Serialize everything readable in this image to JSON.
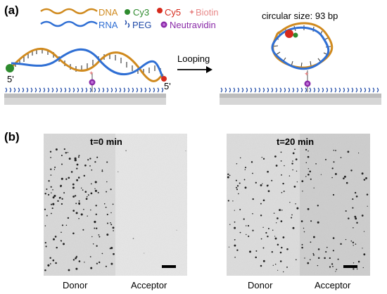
{
  "panel_a": {
    "label": "(a)",
    "legend": {
      "dna": "DNA",
      "rna": "RNA",
      "cy3": "Cy3",
      "cy5": "Cy5",
      "biotin": "Biotin",
      "peg": "PEG",
      "neutravidin": "Neutravidin"
    },
    "five_prime_left": "5'",
    "five_prime_right": "5'",
    "arrow_label": "Looping",
    "circular_size": "circular size: 93 bp",
    "colors": {
      "dna": "#d08a1e",
      "rna": "#2f6fd4",
      "cy3": "#2e8b2e",
      "cy5": "#d62a1c",
      "biotin": "#e88a8a",
      "peg": "#1f4aa8",
      "neutravidin": "#8a2aa8",
      "surface": "#b8b8b8"
    }
  },
  "panel_b": {
    "label": "(b)",
    "left_image": {
      "time": "t=0 min",
      "donor": "Donor",
      "acceptor": "Acceptor"
    },
    "right_image": {
      "time": "t=20 min",
      "donor": "Donor",
      "acceptor": "Acceptor"
    }
  }
}
